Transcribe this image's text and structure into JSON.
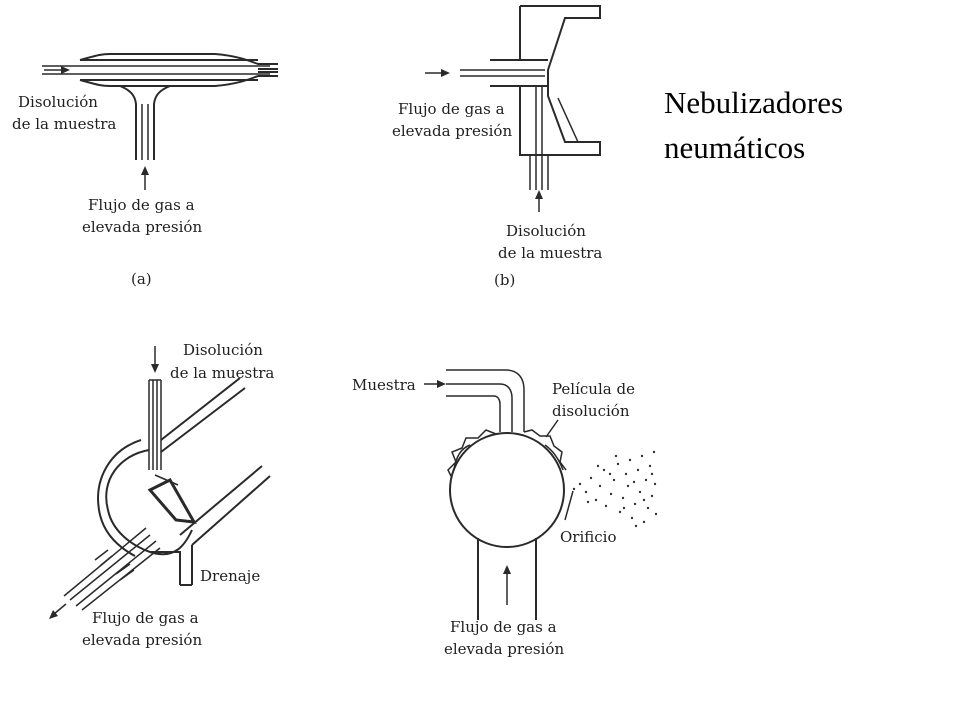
{
  "title_line1": "Nebulizadores",
  "title_line2": "neumáticos",
  "panel_a": {
    "sample_l1": "Disolución",
    "sample_l2": "de la muestra",
    "gas_l1": "Flujo de gas a",
    "gas_l2": "elevada presión",
    "caption": "(a)"
  },
  "panel_b": {
    "gas_l1": "Flujo de gas a",
    "gas_l2": "elevada presión",
    "sample_l1": "Disolución",
    "sample_l2": "de la muestra",
    "caption": "(b)"
  },
  "panel_c": {
    "sample_l1": "Disolución",
    "sample_l2": "de la muestra",
    "drain": "Drenaje",
    "gas_l1": "Flujo de gas a",
    "gas_l2": "elevada presión"
  },
  "panel_d": {
    "sample": "Muestra",
    "film_l1": "Película de",
    "film_l2": "disolución",
    "orifice": "Orificio",
    "gas_l1": "Flujo de gas a",
    "gas_l2": "elevada presión"
  }
}
